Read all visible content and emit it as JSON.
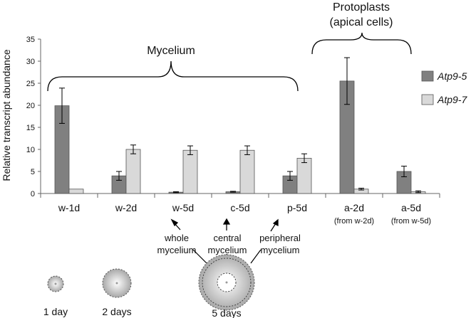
{
  "chart_data": {
    "type": "bar",
    "ylabel": "Relative transcript abundance",
    "ylim": [
      0,
      35
    ],
    "yticks": [
      0,
      5,
      10,
      15,
      20,
      25,
      30,
      35
    ],
    "grid": false,
    "legend_position": "right",
    "categories": [
      "w-1d",
      "w-2d",
      "w-5d",
      "c-5d",
      "p-5d",
      "a-2d",
      "a-5d"
    ],
    "category_sublabels": [
      "",
      "",
      "",
      "",
      "",
      "(from w-2d)",
      "(from w-5d)"
    ],
    "series": [
      {
        "name": "Atp9-5",
        "color": "#808080",
        "values": [
          19.9,
          4.0,
          0.3,
          0.4,
          4.0,
          25.5,
          5.0
        ],
        "errors": [
          4.0,
          1.0,
          0.1,
          0.1,
          1.0,
          5.3,
          1.2
        ]
      },
      {
        "name": "Atp9-7",
        "color": "#d9d9d9",
        "values": [
          1.0,
          10.0,
          9.8,
          9.8,
          8.0,
          1.0,
          0.4
        ],
        "errors": [
          0.0,
          1.0,
          1.0,
          1.0,
          1.0,
          0.2,
          0.2
        ]
      }
    ],
    "annotations": {
      "mycelium_label": "Mycelium",
      "protoplasts_label_line1": "Protoplasts",
      "protoplasts_label_line2": "(apical cells)",
      "arrow_labels": [
        {
          "category": "w-5d",
          "line1": "whole",
          "line2": "mycelium"
        },
        {
          "category": "c-5d",
          "line1": "central",
          "line2": "mycelium"
        },
        {
          "category": "p-5d",
          "line1": "peripheral",
          "line2": "mycelium"
        }
      ],
      "culture_labels": [
        "1 day",
        "2 days",
        "5 days"
      ]
    }
  }
}
